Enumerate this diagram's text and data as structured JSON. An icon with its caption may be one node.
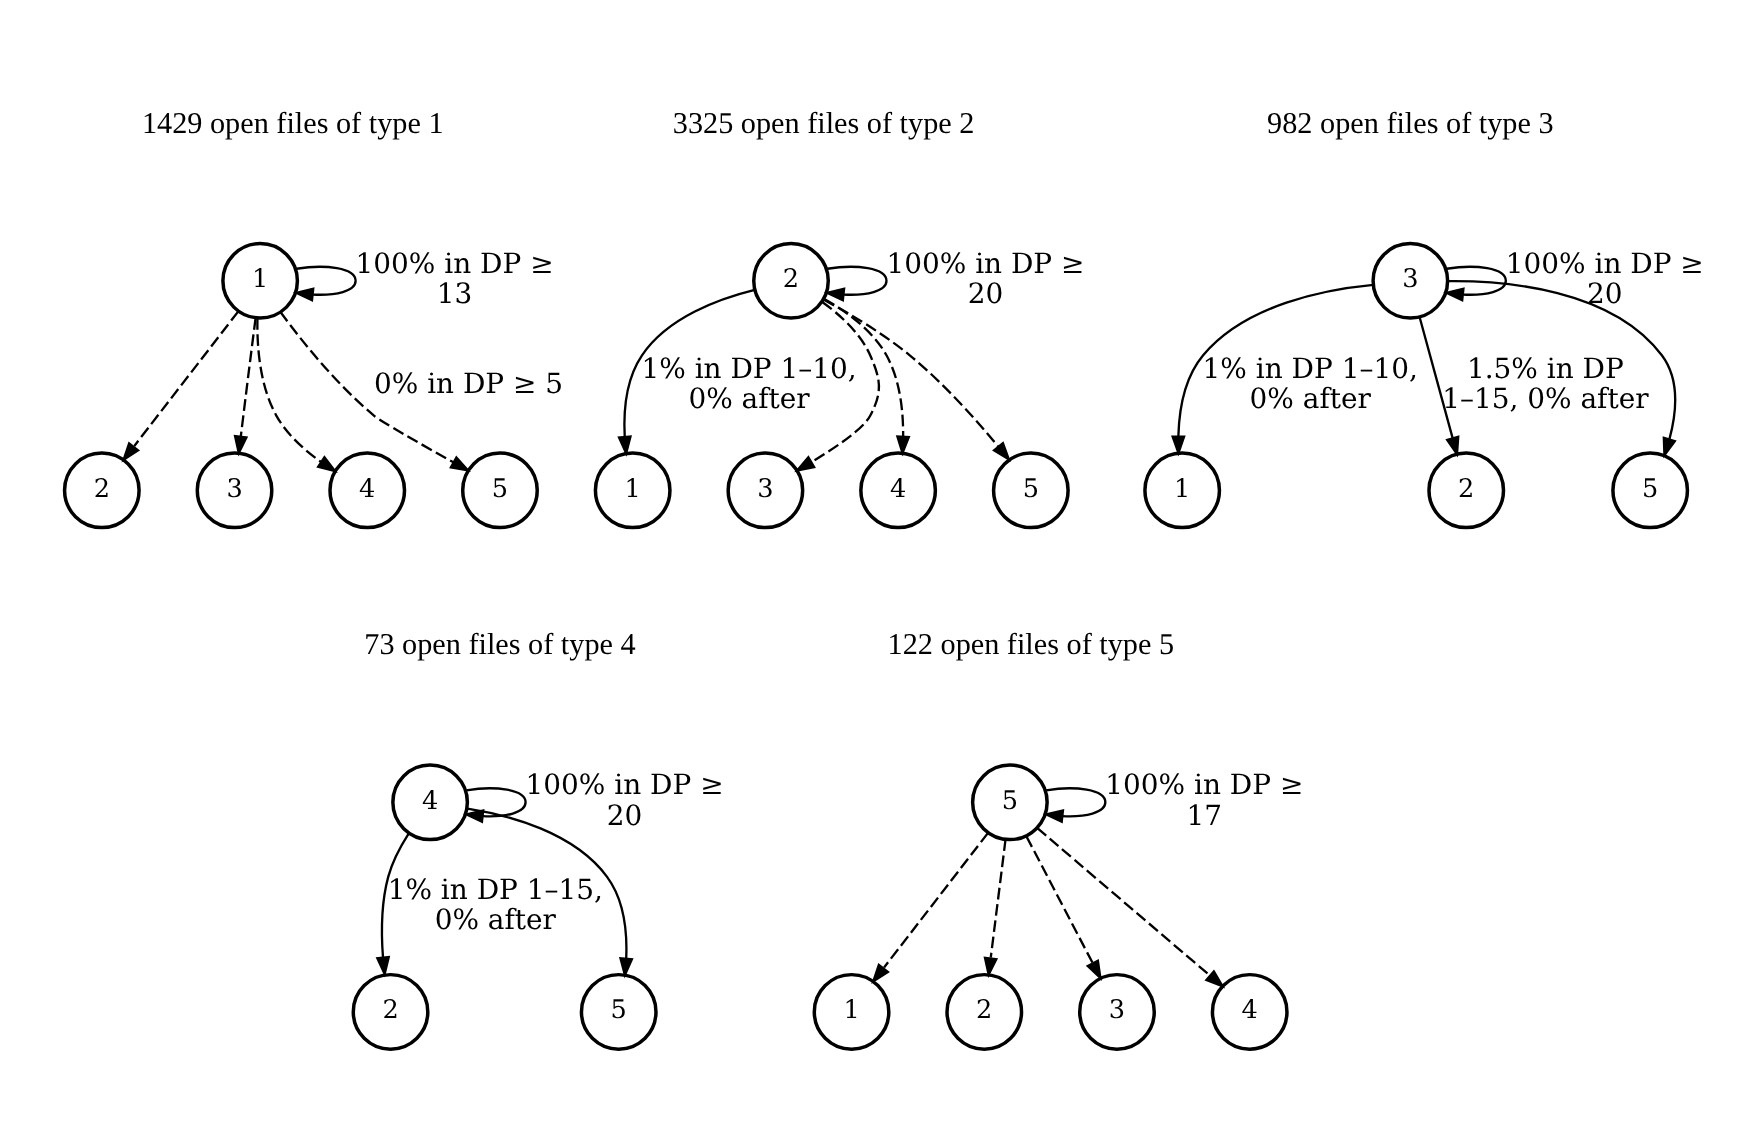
{
  "diagram": {
    "nodes": [
      {
        "text": [
          "1"
        ]
      },
      {
        "text": [
          "2"
        ]
      },
      {
        "text": [
          "3"
        ]
      },
      {
        "text": [
          "4"
        ]
      },
      {
        "text": [
          "5"
        ]
      },
      {
        "text": [
          "1"
        ]
      },
      {
        "text": [
          "2"
        ]
      },
      {
        "text": [
          "3"
        ]
      },
      {
        "text": [
          "4"
        ]
      },
      {
        "text": [
          "5"
        ]
      },
      {
        "text": [
          "1"
        ]
      },
      {
        "text": [
          "2"
        ]
      },
      {
        "text": [
          "3"
        ]
      },
      {
        "text": [
          "5"
        ]
      },
      {
        "text": [
          "2"
        ]
      },
      {
        "text": [
          "4"
        ]
      },
      {
        "text": [
          "5"
        ]
      },
      {
        "text": [
          "1"
        ]
      },
      {
        "text": [
          "2"
        ]
      },
      {
        "text": [
          "3"
        ]
      },
      {
        "text": [
          "4"
        ]
      },
      {
        "text": [
          "5"
        ]
      }
    ],
    "edges": [
      {
        "from": 0,
        "to": 0,
        "arrow": "to",
        "label": "100% in DP ≥ 13"
      },
      {
        "from": 0,
        "to": 1,
        "arrow": "to",
        "style": "dashed"
      },
      {
        "from": 0,
        "to": 2,
        "arrow": "to",
        "style": "dashed"
      },
      {
        "from": 0,
        "to": 3,
        "arrow": "to",
        "style": "dashed"
      },
      {
        "from": 0,
        "to": 4,
        "arrow": "to",
        "style": "dashed",
        "label": "0% in DP ≥ 5"
      },
      {
        "from": 6,
        "to": 6,
        "arrow": "to",
        "label": "100% in DP ≥ 20"
      },
      {
        "from": 6,
        "to": 5,
        "arrow": "to",
        "label": "1% in DP 1–10, 0% after"
      },
      {
        "from": 6,
        "to": 7,
        "arrow": "to",
        "style": "dashed"
      },
      {
        "from": 6,
        "to": 8,
        "arrow": "to",
        "style": "dashed"
      },
      {
        "from": 6,
        "to": 9,
        "arrow": "to",
        "style": "dashed"
      },
      {
        "from": 12,
        "to": 12,
        "arrow": "to",
        "label": "100% in DP ≥ 20"
      },
      {
        "from": 12,
        "to": 10,
        "arrow": "to",
        "label": "1% in DP 1–10, 0% after"
      },
      {
        "from": 12,
        "to": 13,
        "arrow": "to"
      },
      {
        "from": 12,
        "to": 11,
        "arrow": "to",
        "label": "1.5% in DP 1–15, 0% after"
      },
      {
        "from": 15,
        "to": 15,
        "arrow": "to",
        "label": "100% in DP ≥ 20"
      },
      {
        "from": 15,
        "to": 14,
        "arrow": "to",
        "label": "1% in DP 1–15, 0% after"
      },
      {
        "from": 15,
        "to": 16,
        "arrow": "to"
      },
      {
        "from": 21,
        "to": 21,
        "arrow": "to",
        "label": "100% in DP ≥ 17"
      },
      {
        "from": 21,
        "to": 17,
        "arrow": "to",
        "style": "dashed"
      },
      {
        "from": 21,
        "to": 18,
        "arrow": "to",
        "style": "dashed"
      },
      {
        "from": 21,
        "to": 19,
        "arrow": "to",
        "style": "dashed"
      },
      {
        "from": 21,
        "to": 20,
        "arrow": "to",
        "style": "dashed"
      }
    ],
    "labels": [
      "1429 open files of type 1",
      "3325 open files of type 2",
      "982 open files of type 3",
      "73 open files of type 4",
      "122 open files of type 5"
    ]
  }
}
